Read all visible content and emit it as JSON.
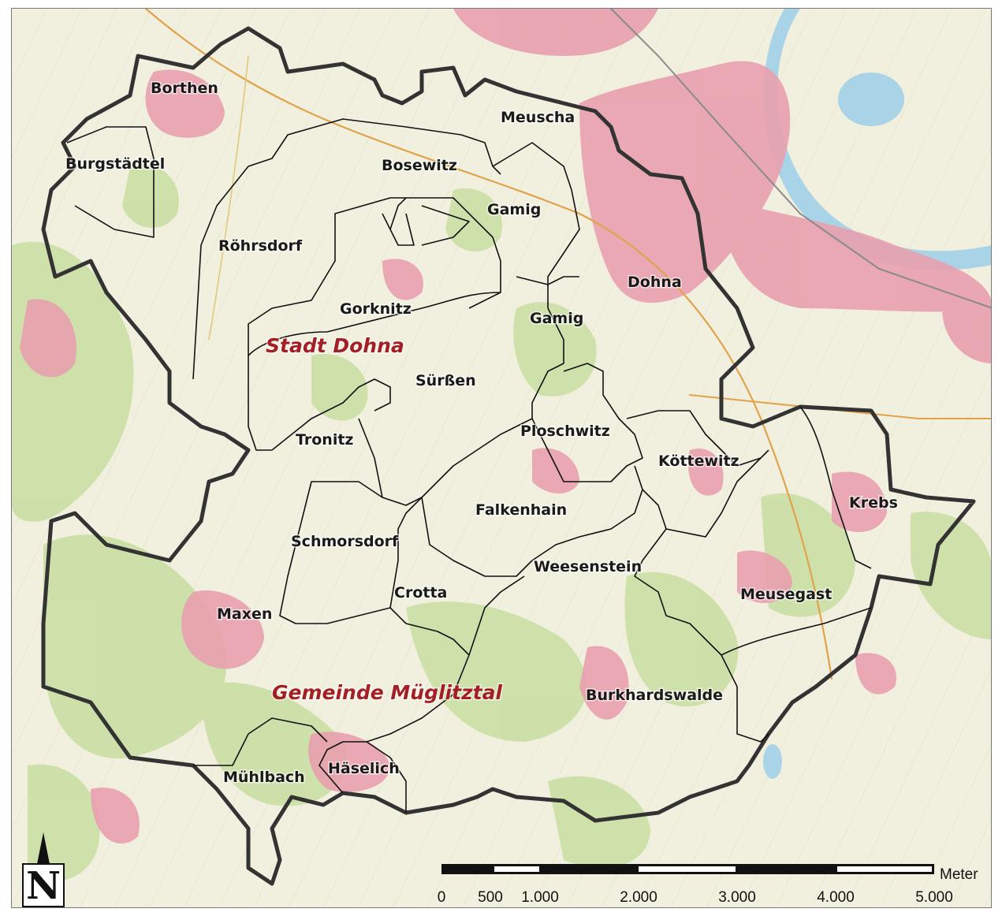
{
  "villages": [
    {
      "name": "Borthen"
    },
    {
      "name": "Burgstädtel"
    },
    {
      "name": "Bosewitz"
    },
    {
      "name": "Meuscha"
    },
    {
      "name": "Gamig"
    },
    {
      "name": "Röhrsdorf"
    },
    {
      "name": "Gorknitz"
    },
    {
      "name": "Dohna"
    },
    {
      "name": "Gamig"
    },
    {
      "name": "Sürßen"
    },
    {
      "name": "Tronitz"
    },
    {
      "name": "Ploschwitz"
    },
    {
      "name": "Köttewitz"
    },
    {
      "name": "Krebs"
    },
    {
      "name": "Falkenhain"
    },
    {
      "name": "Schmorsdorf"
    },
    {
      "name": "Weesenstein"
    },
    {
      "name": "Crotta"
    },
    {
      "name": "Meusegast"
    },
    {
      "name": "Maxen"
    },
    {
      "name": "Burkhardswalde"
    },
    {
      "name": "Mühlbach"
    },
    {
      "name": "Häselich"
    }
  ],
  "regions": [
    {
      "name": "Stadt Dohna"
    },
    {
      "name": "Gemeinde Müglitztal"
    }
  ],
  "scale_bar": {
    "unit": "Meter",
    "ticks": [
      "0",
      "500",
      "1.000",
      "2.000",
      "3.000",
      "4.000",
      "5.000"
    ]
  },
  "north_arrow": {
    "letter": "N"
  },
  "colors": {
    "region_label": "#a31f24",
    "settlement": "#e8a0ae",
    "forest": "#c9dea2",
    "field": "#f1efde",
    "water": "#a9d4e8",
    "boundary_outer": "#333333",
    "boundary_inner": "#111111"
  },
  "icons": [
    "north-arrow-icon"
  ]
}
